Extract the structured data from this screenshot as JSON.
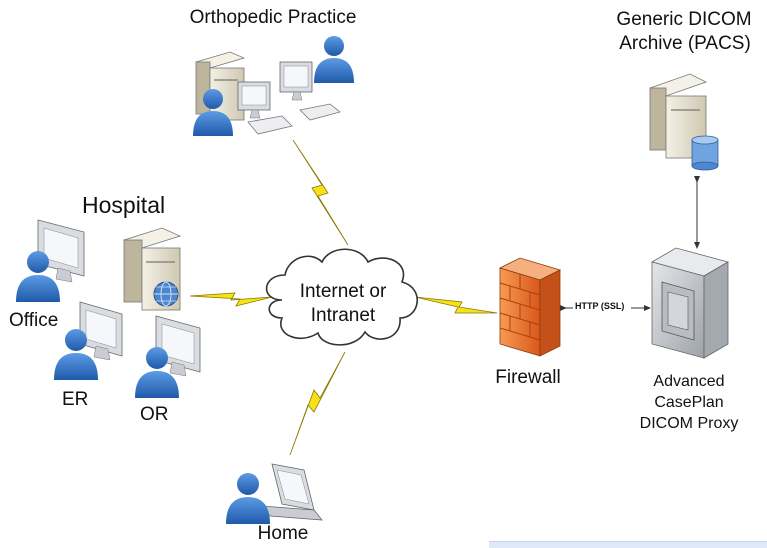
{
  "labels": {
    "orthopedic": "Orthopedic Practice",
    "generic_dicom_line1": "Generic DICOM",
    "generic_dicom_line2": "Archive (PACS)",
    "hospital": "Hospital",
    "office": "Office",
    "er": "ER",
    "or": "OR",
    "internet_line1": "Internet or",
    "internet_line2": "Intranet",
    "firewall": "Firewall",
    "http": "HTTP (SSL)",
    "advanced_line1": "Advanced",
    "advanced_line2": "CasePlan",
    "advanced_line3": "DICOM Proxy",
    "home": "Home"
  },
  "colors": {
    "lightning": "#f7e21a",
    "lightning_stroke": "#8a7a00",
    "person": "#2f73c9",
    "server": "#e9e4d2",
    "monitor": "#d9dde2",
    "firewall": "#f07a2c",
    "proxy": "#c9ccd0",
    "cloud_stroke": "#333333"
  }
}
